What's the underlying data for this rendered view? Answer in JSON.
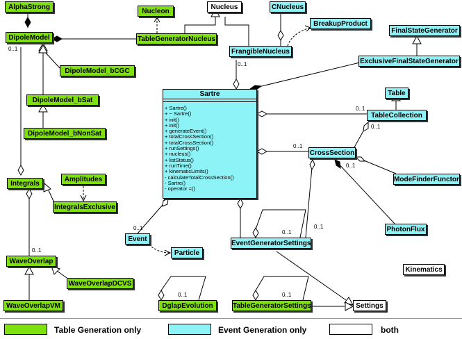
{
  "classes": {
    "alpha_strong": "AlphaStrong",
    "dipole_model": "DipoleModel",
    "dipole_model_bcgc": "DipoleModel_bCGC",
    "dipole_model_bsat": "DipoleModel_bSat",
    "dipole_model_bnonsat": "DipoleModel_bNonSat",
    "integrals": "Integrals",
    "amplitudes": "Amplitudes",
    "integrals_exclusive": "IntegralsExclusive",
    "wave_overlap": "WaveOverlap",
    "wave_overlap_dcvs": "WaveOverlapDCVS",
    "wave_overlap_vm": "WaveOverlapVM",
    "dglap_evolution": "DglapEvolution",
    "table_generator_settings": "TableGeneratorSettings",
    "nucleon": "Nucleon",
    "table_generator_nucleus": "TableGeneratorNucleus",
    "nucleus": "Nucleus",
    "c_nucleus": "CNucleus",
    "breakup_product": "BreakupProduct",
    "frangible_nucleus": "FrangibleNucleus",
    "final_state_generator": "FinalStateGenerator",
    "exclusive_final_state_generator": "ExclusiveFinalStateGenerator",
    "table": "Table",
    "table_collection": "TableCollection",
    "cross_section": "CrossSection",
    "mode_finder_functor": "ModeFinderFunctor",
    "photon_flux": "PhotonFlux",
    "event": "Event",
    "particle": "Particle",
    "event_generator_settings": "EventGeneratorSettings",
    "kinematics": "Kinematics",
    "settings": "Settings"
  },
  "sartre": {
    "title": "Sartre",
    "methods": [
      "+ Sartre()",
      "+ ~ Sartre()",
      "+ init()",
      "+ init()",
      "+ generateEvent()",
      "+ totalCrossSection()",
      "+ totalCrossSection()",
      "+ runSettings()",
      "+ nucleus()",
      "+ listStatus()",
      "+ runTime()",
      "+ kinematicLimits()",
      "- calculateTotalCrossSection()",
      "- Sartre()",
      "- operator =()"
    ]
  },
  "multiplicities": {
    "dipole_model_0_1": "0..1",
    "frangible_0_1": "0..1",
    "table_collection_0_1": "0..1",
    "table_0_1": "0..1",
    "cross_section_0_1": "0..1",
    "mode_finder_0_1": "0..1",
    "photon_flux_0_1": "0..1",
    "event_0_1": "0..1",
    "event_gen_settings_0_1": "0..1",
    "wave_overlap_0_1": "0..1",
    "dglap_0_1": "0..1",
    "table_gen_settings_0_1": "0..1"
  },
  "legend": {
    "table_generation": "Table Generation only",
    "event_generation": "Event Generation only",
    "both": "both"
  },
  "colors": {
    "table_generation": "#7fe010",
    "event_generation": "#8ef3f7",
    "both": "#ffffff"
  }
}
